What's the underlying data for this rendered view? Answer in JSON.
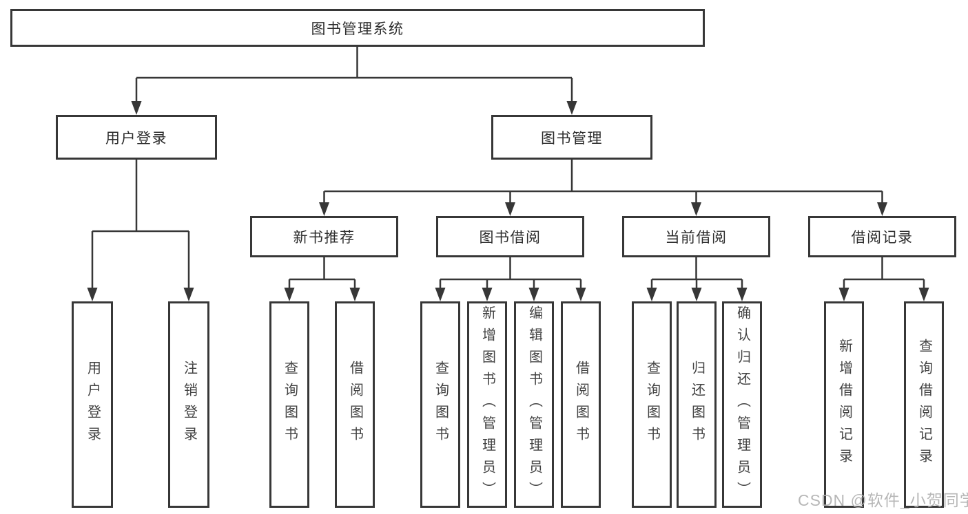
{
  "diagram": {
    "root": "图书管理系统",
    "branches": {
      "user_login": {
        "label": "用户登录",
        "children": [
          "用户登录",
          "注销登录"
        ]
      },
      "book_mgmt": {
        "label": "图书管理",
        "groups": [
          {
            "label": "新书推荐",
            "children": [
              "查询图书",
              "借阅图书"
            ]
          },
          {
            "label": "图书借阅",
            "children": [
              "查询图书",
              "新增图书（管理员）",
              "编辑图书（管理员）",
              "借阅图书"
            ]
          },
          {
            "label": "当前借阅",
            "children": [
              "查询图书",
              "归还图书",
              "确认归还（管理员）"
            ]
          },
          {
            "label": "借阅记录",
            "children": [
              "新增借阅记录",
              "查询借阅记录"
            ]
          }
        ]
      }
    }
  },
  "watermark": "CSDN @软件_小贺同学",
  "colors": {
    "line": "#373737",
    "box_border": "#373737",
    "header_text": "#2d2d2d",
    "leaf_text": "#424242",
    "watermark": "#b1b1b1",
    "background": "#ffffff"
  }
}
